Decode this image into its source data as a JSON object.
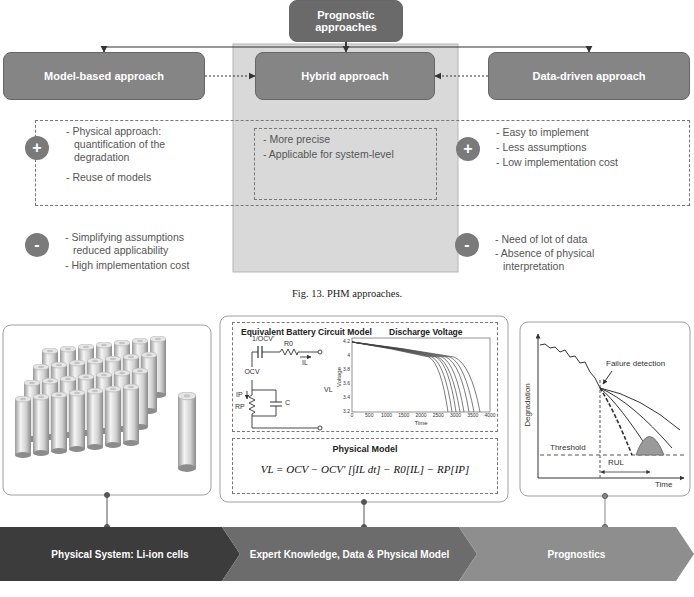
{
  "diagram": {
    "caption": "Fig. 13. PHM approaches.",
    "nodes": [
      {
        "text": [
          "Prognostic approaches"
        ]
      },
      {
        "text": [
          "Model-based approach"
        ]
      },
      {
        "text": [
          "Hybrid approach"
        ]
      },
      {
        "text": [
          "Data-driven approach"
        ]
      },
      {
        "text": [
          "+"
        ]
      },
      {
        "text": [
          "- Physical approach: quantification of the degradation",
          "- Reuse of models",
          "- Easy to implement",
          "- Less assumptions",
          "- Low implementation cost"
        ]
      },
      {
        "text": [
          "- More precise",
          "- Applicable for system-level"
        ],
        "in": 5
      },
      {
        "text": [
          "+"
        ],
        "in": 5
      },
      {
        "text": [
          "-"
        ]
      },
      {
        "text": [
          "-"
        ]
      },
      {
        "text": [
          "Equivalent Battery Circuit Model",
          "Discharge Voltage"
        ]
      },
      {
        "text": [
          "Physical Model",
          "VL = OCV − OCV' [∫IL dt] − R0[IL] − RP[IP]"
        ]
      },
      {
        "text": [
          "Physical System: Li-ion cells"
        ]
      },
      {
        "text": [
          "Expert Knowledge, Data & Physical Model"
        ]
      },
      {
        "text": [
          "Prognostics"
        ]
      }
    ],
    "edges": [
      {
        "from": 0,
        "to": 1,
        "arrow": "to"
      },
      {
        "from": 0,
        "to": 2,
        "arrow": "to"
      },
      {
        "from": 0,
        "to": 3,
        "arrow": "to"
      },
      {
        "from": 1,
        "to": 2,
        "arrow": "to"
      },
      {
        "from": 3,
        "to": 2,
        "arrow": "to"
      }
    ],
    "labels": [
      "- Simplifying assumptions reduced applicability",
      "- High implementation cost",
      "- Need of lot of data",
      "- Absence of physical interpretation",
      "1/OCV'",
      "R0",
      "IL",
      "OCV",
      "IP",
      "RP",
      "C",
      "VL",
      "Voltage",
      "4.2",
      "4",
      "3.8",
      "3.6",
      "3.4",
      "3.2",
      "0",
      "500",
      "1000",
      "1500",
      "2000",
      "2500",
      "3000",
      "3500",
      "4000",
      "Time",
      "Degradation",
      "Failure detection",
      "Threshold",
      "RUL",
      "Time"
    ]
  }
}
